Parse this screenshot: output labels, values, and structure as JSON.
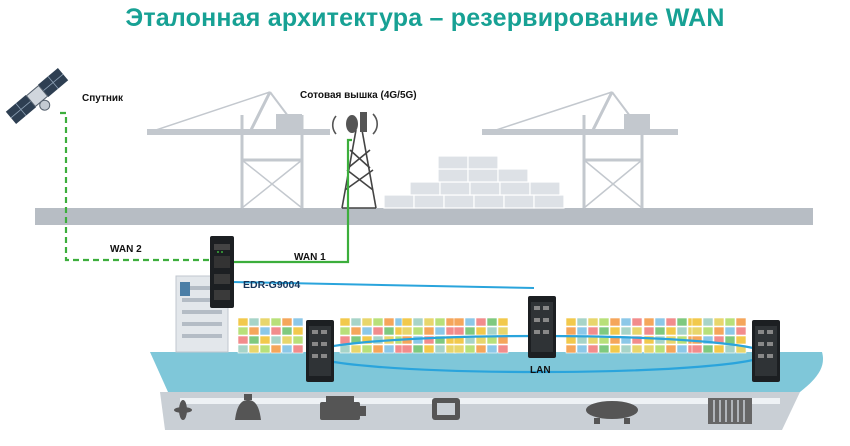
{
  "title": "Эталонная архитектура – резервирование WAN",
  "labels": {
    "satellite": "Спутник",
    "cell_tower": "Сотовая вышка (4G/5G)",
    "wan1": "WAN 1",
    "wan2": "WAN 2",
    "router": "EDR-G9004",
    "lan": "LAN"
  },
  "colors": {
    "title": "#17a194",
    "wan_line": "#3cae3c",
    "lan_line": "#2aa4dc",
    "hull": "#7fc7d9",
    "quay": "#b7bdc4",
    "crane": "#c5cad0"
  },
  "icons": [
    "satellite-icon",
    "cell-tower-icon",
    "crane-icon",
    "container-stack-icon",
    "router-icon",
    "switch-icon",
    "ship-icon",
    "propeller-icon",
    "bell-icon",
    "engine-icon",
    "fuel-tank-icon",
    "container-icon"
  ]
}
